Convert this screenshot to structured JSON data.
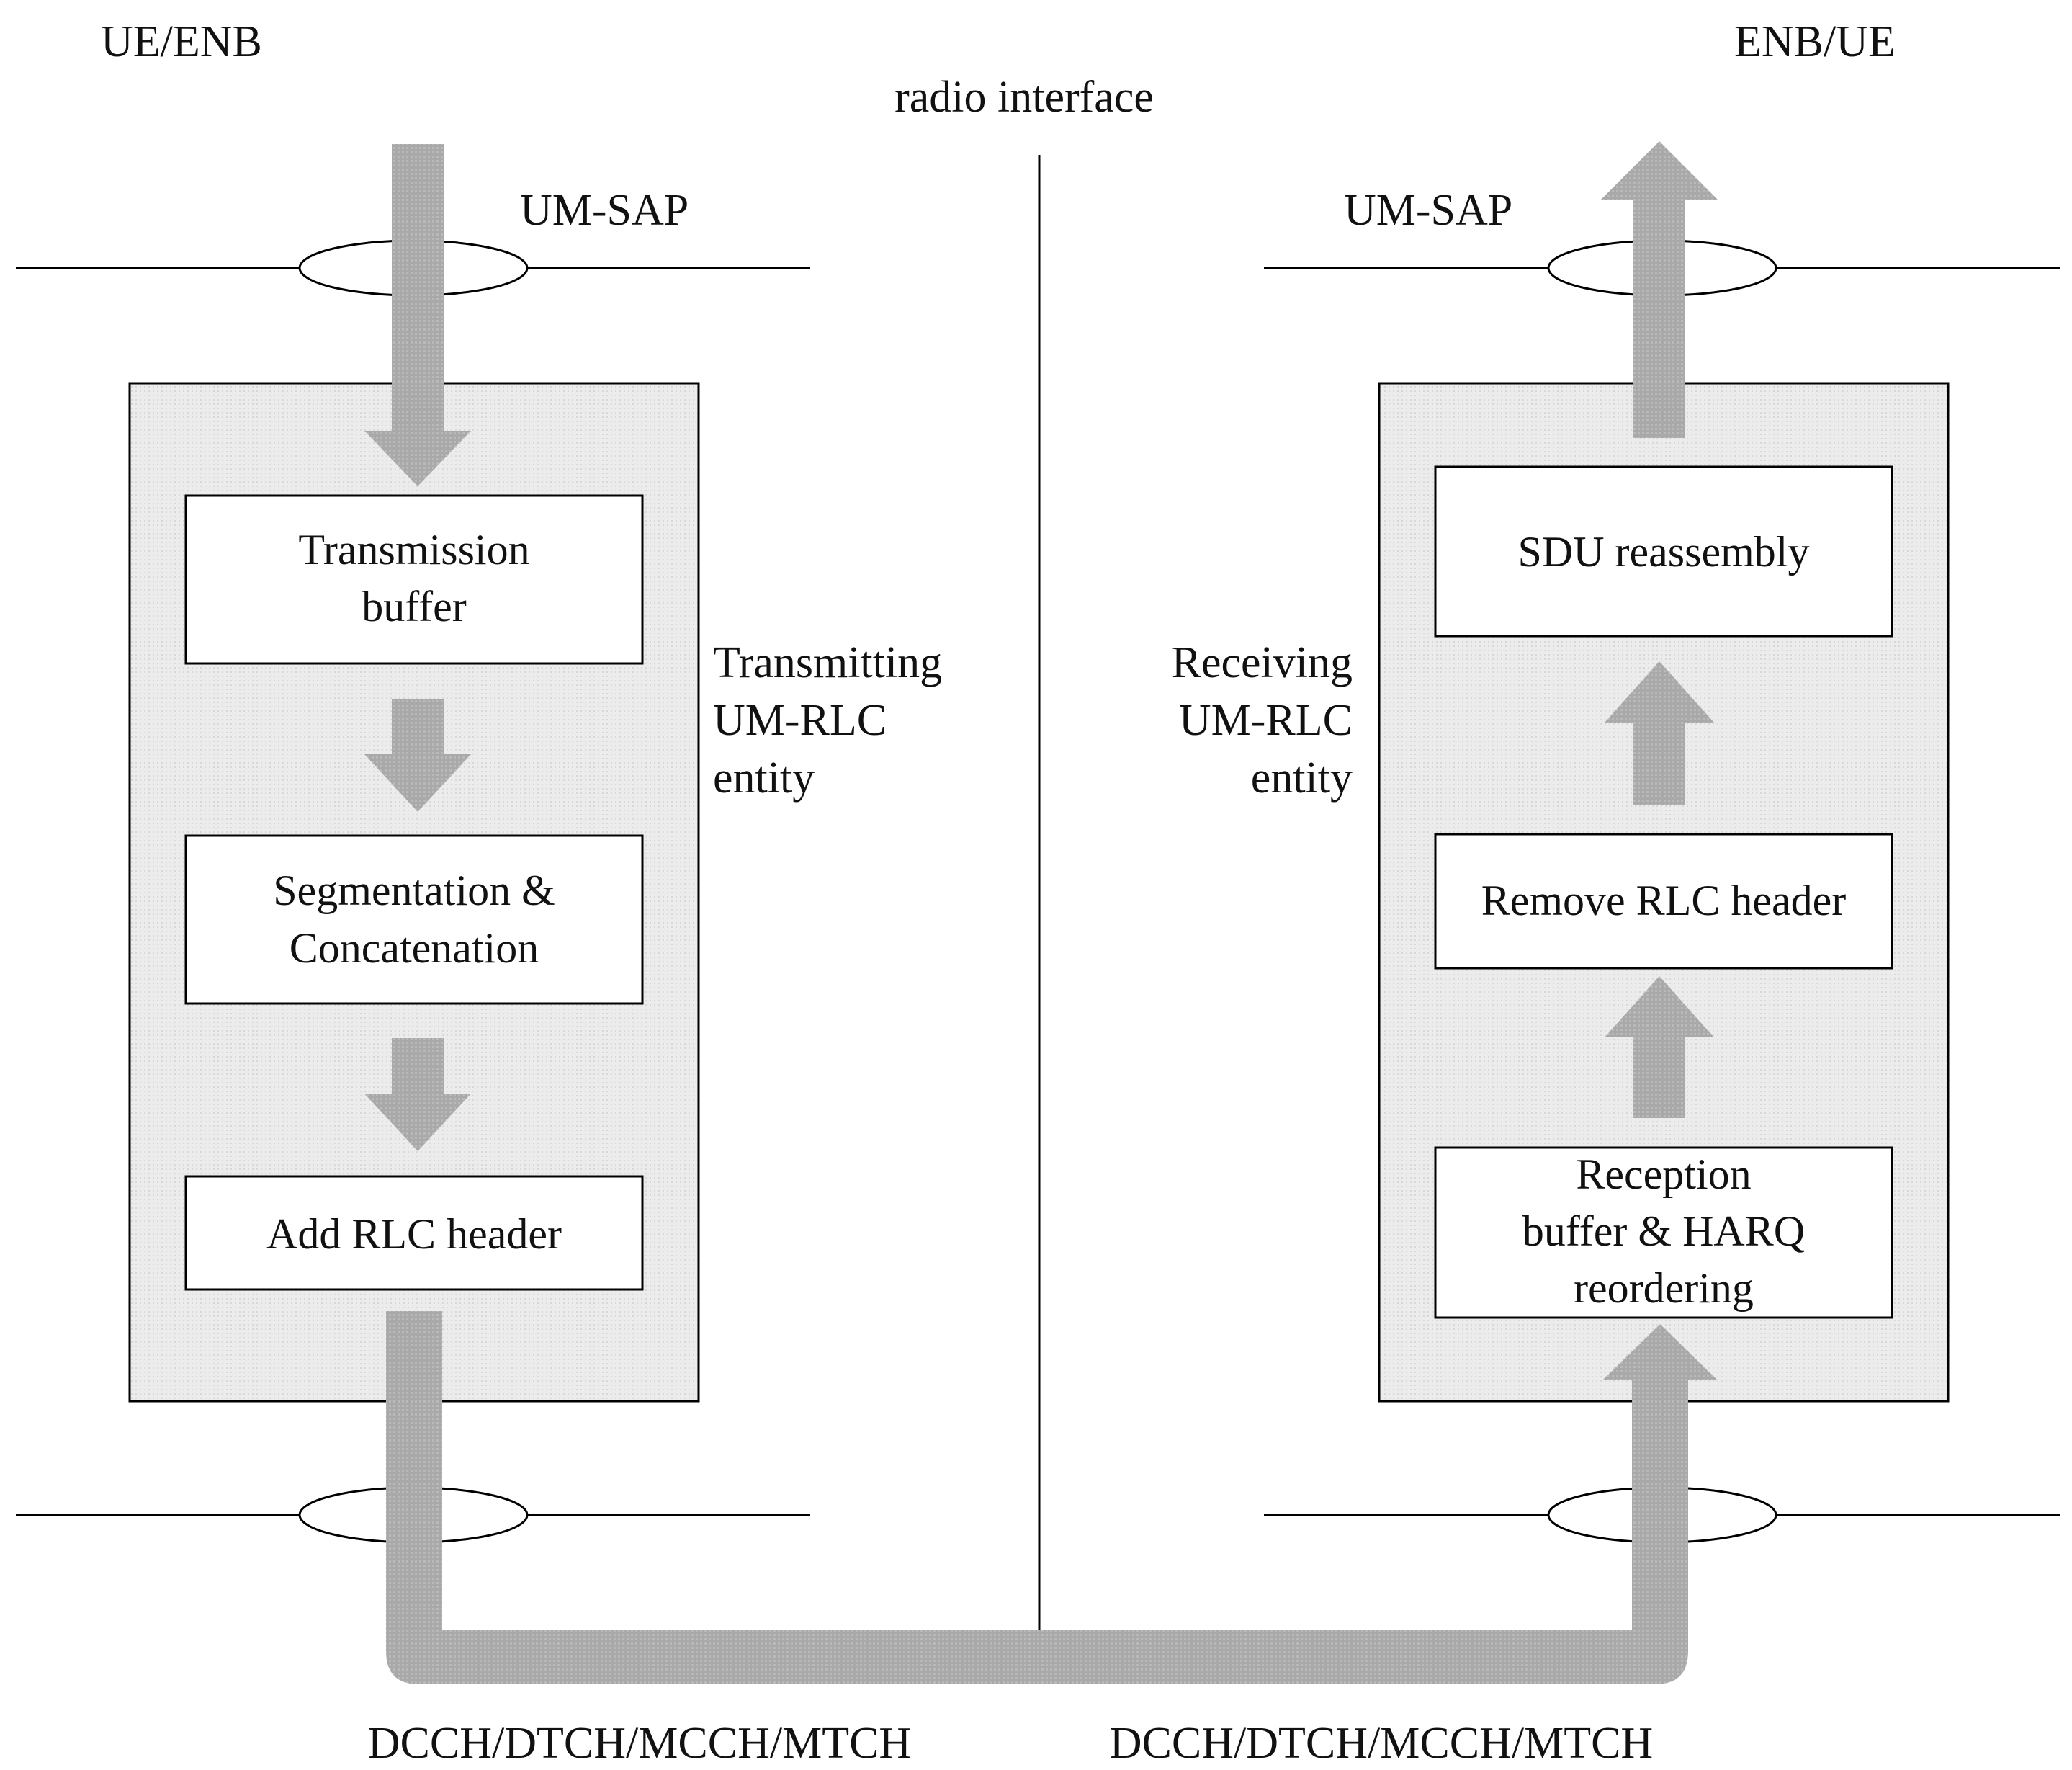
{
  "headers": {
    "left_node": "UE/ENB",
    "right_node": "ENB/UE",
    "radio_interface": "radio interface"
  },
  "sap": {
    "left": "UM-SAP",
    "right": "UM-SAP"
  },
  "transmitting": {
    "entity_label_lines": [
      "Transmitting",
      "UM-RLC",
      "entity"
    ],
    "blocks": [
      {
        "lines": [
          "Transmission",
          "buffer"
        ]
      },
      {
        "lines": [
          "Segmentation &",
          "Concatenation"
        ]
      },
      {
        "lines": [
          "Add RLC header"
        ]
      }
    ]
  },
  "receiving": {
    "entity_label_lines": [
      "Receiving",
      "UM-RLC",
      "entity"
    ],
    "blocks": [
      {
        "lines": [
          "SDU reassembly"
        ]
      },
      {
        "lines": [
          "Remove RLC header"
        ]
      },
      {
        "lines": [
          "Reception",
          "buffer & HARQ",
          "reordering"
        ]
      }
    ]
  },
  "channels": {
    "left": "DCCH/DTCH/MCCH/MTCH",
    "right": "DCCH/DTCH/MCCH/MTCH"
  },
  "colors": {
    "arrow": "#a8a8a8",
    "entity_fill": "#ebebeb",
    "line": "#000000"
  }
}
